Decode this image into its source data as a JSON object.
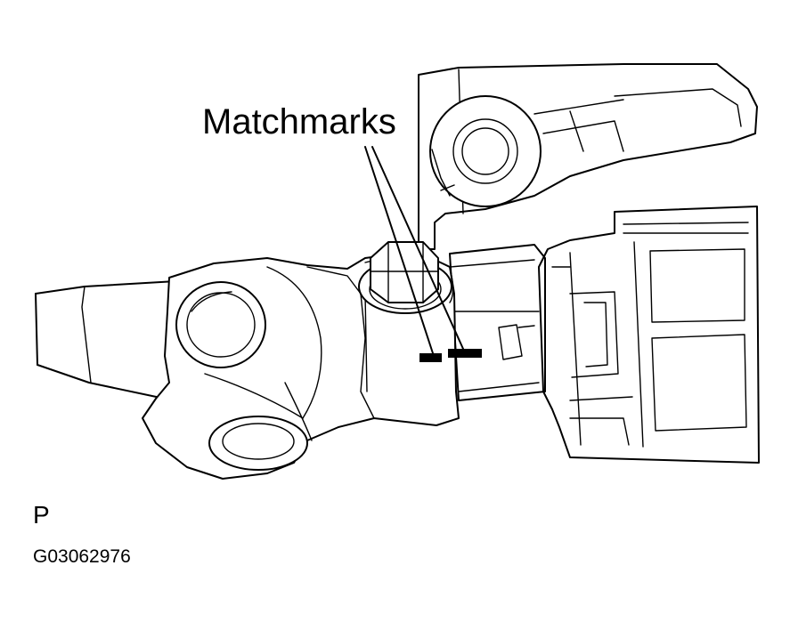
{
  "figure": {
    "callout_label": "Matchmarks",
    "view_letter": "P",
    "figure_code": "G03062976"
  }
}
